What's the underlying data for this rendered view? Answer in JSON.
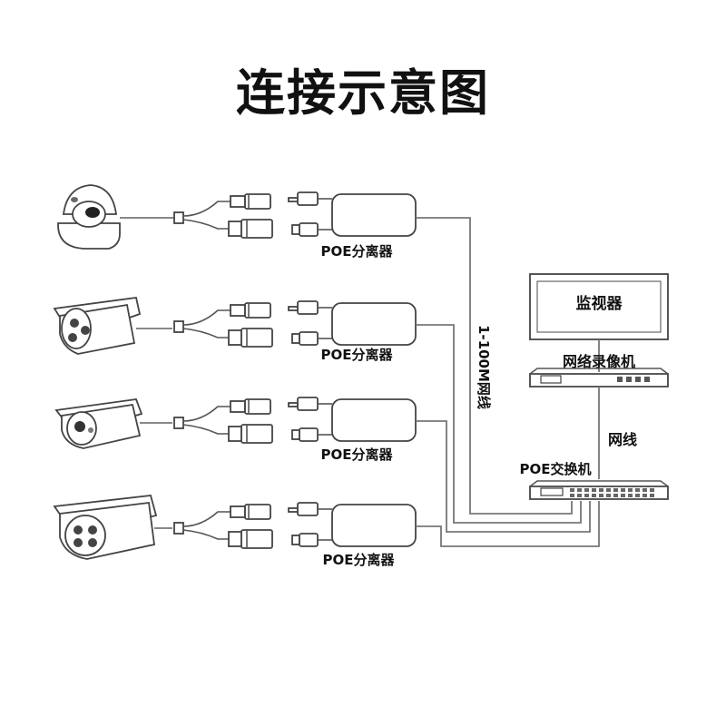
{
  "title": "连接示意图",
  "splitter_label": "POE分离器",
  "cable_vertical_label": "1-100M网线",
  "monitor_label": "监视器",
  "nvr_label": "网络录像机",
  "cable_label": "网线",
  "switch_label": "POE交换机",
  "cameras": [
    {
      "type": "dome",
      "icon": "dome-camera-icon"
    },
    {
      "type": "bullet",
      "icon": "bullet-camera-icon"
    },
    {
      "type": "bullet",
      "icon": "bullet-camera-icon"
    },
    {
      "type": "bullet",
      "icon": "bullet-camera-icon"
    }
  ]
}
